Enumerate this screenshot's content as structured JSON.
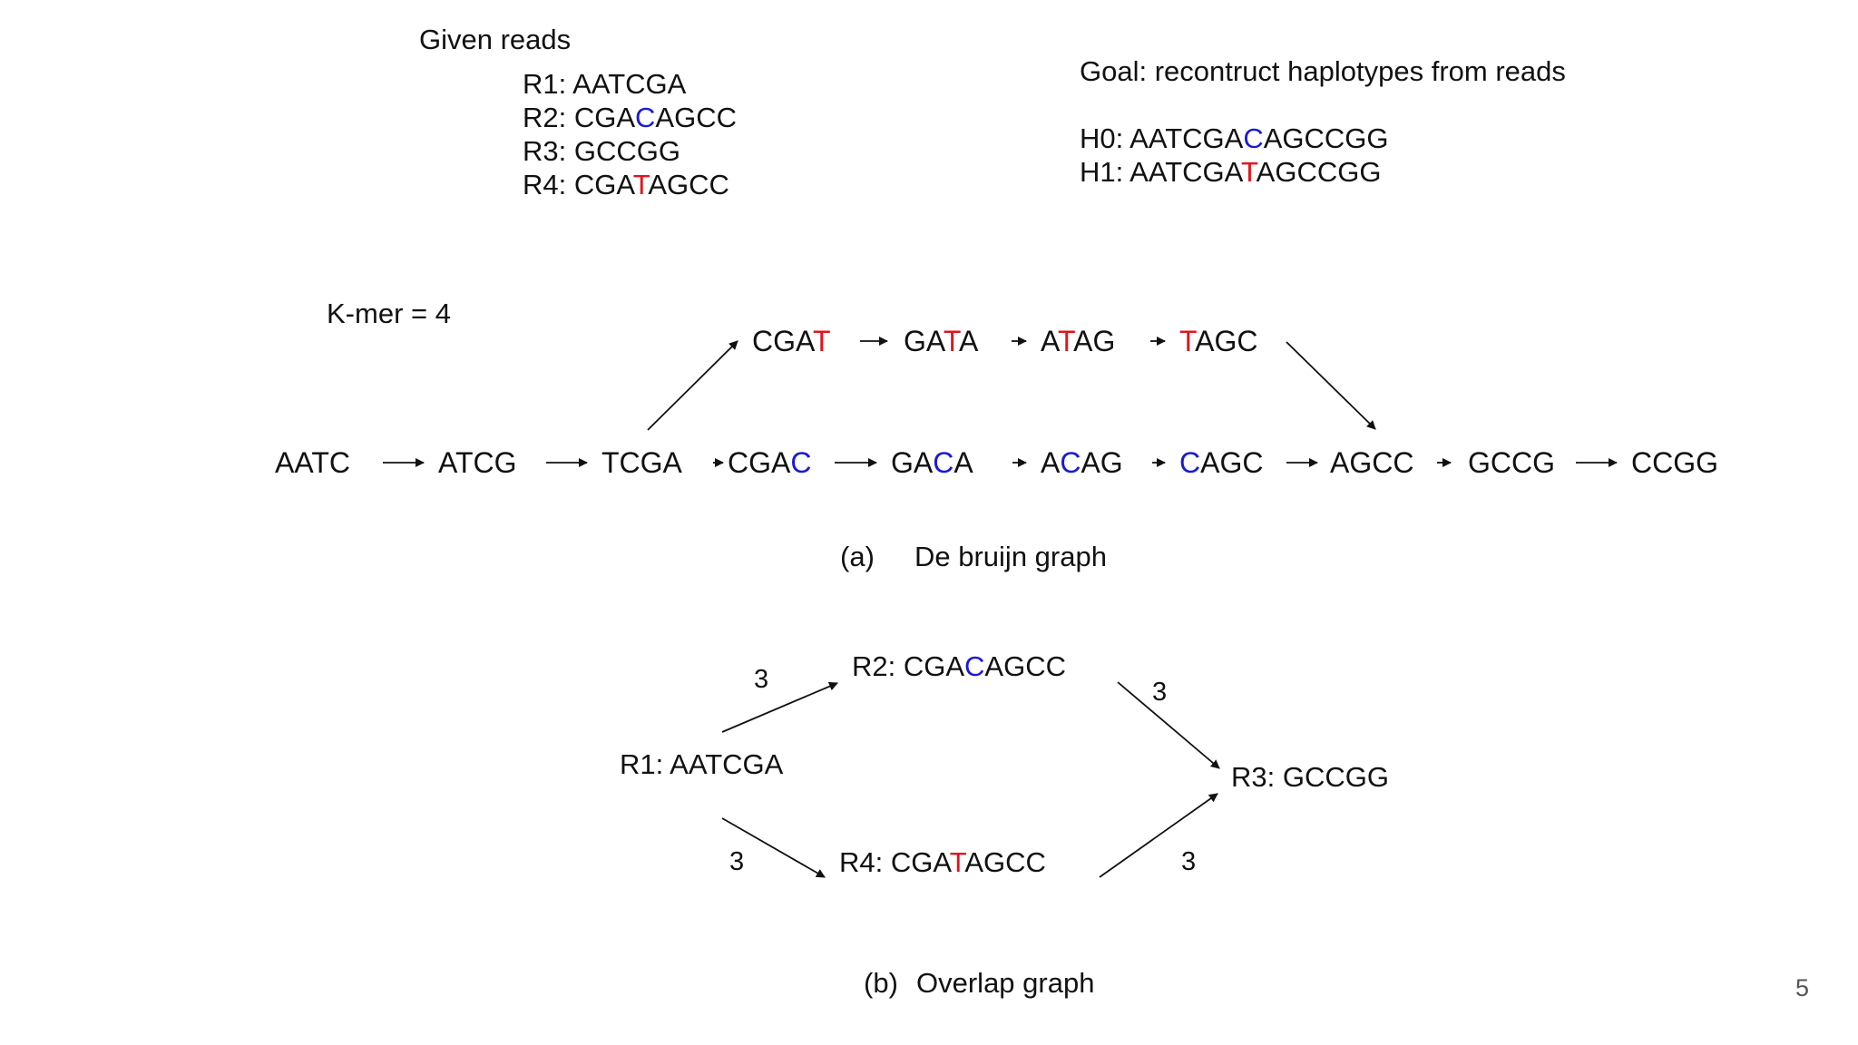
{
  "colors": {
    "variant_c": "#1a1ad4",
    "variant_t": "#e0151b",
    "text": "#111111"
  },
  "reads_title": "Given reads",
  "reads": [
    {
      "pre": "R1: AATCGA",
      "mid": "",
      "post": "",
      "mid_color": ""
    },
    {
      "pre": "R2: CGA",
      "mid": "C",
      "post": "AGCC",
      "mid_color": "#1a1ad4"
    },
    {
      "pre": "R3: GCCGG",
      "mid": "",
      "post": "",
      "mid_color": ""
    },
    {
      "pre": "R4: CGA",
      "mid": "T",
      "post": "AGCC",
      "mid_color": "#e0151b"
    }
  ],
  "goal": {
    "text": "Goal: recontruct haplotypes from reads",
    "haplotypes": [
      {
        "pre": "H0: AATCGA",
        "mid": "C",
        "post": "AGCCGG",
        "mid_color": "#1a1ad4"
      },
      {
        "pre": "H1: AATCGA",
        "mid": "T",
        "post": "AGCCGG",
        "mid_color": "#e0151b"
      }
    ]
  },
  "debruijn": {
    "kmer_label": "K-mer = 4",
    "top_path": [
      {
        "pre": "CGA",
        "mid": "T",
        "post": ""
      },
      {
        "pre": "GA",
        "mid": "T",
        "post": "A"
      },
      {
        "pre": "A",
        "mid": "T",
        "post": "AG"
      },
      {
        "pre": "",
        "mid": "T",
        "post": "AGC"
      }
    ],
    "main_path": [
      {
        "pre": "AATC",
        "mid": "",
        "post": ""
      },
      {
        "pre": "ATCG",
        "mid": "",
        "post": ""
      },
      {
        "pre": "TCGA",
        "mid": "",
        "post": ""
      },
      {
        "pre": "CGA",
        "mid": "C",
        "post": ""
      },
      {
        "pre": "GA",
        "mid": "C",
        "post": "A"
      },
      {
        "pre": "A",
        "mid": "C",
        "post": "AG"
      },
      {
        "pre": "",
        "mid": "C",
        "post": "AGC"
      },
      {
        "pre": "AGCC",
        "mid": "",
        "post": ""
      },
      {
        "pre": "GCCG",
        "mid": "",
        "post": ""
      },
      {
        "pre": "CCGG",
        "mid": "",
        "post": ""
      }
    ],
    "caption_letter": "(a)",
    "caption": "De bruijn graph"
  },
  "overlap": {
    "nodes": {
      "r1": {
        "pre": "R1: AATCGA",
        "mid": "",
        "post": ""
      },
      "r2": {
        "pre": "R2: CGA",
        "mid": "C",
        "post": "AGCC"
      },
      "r3": {
        "pre": "R3: GCCGG",
        "mid": "",
        "post": ""
      },
      "r4": {
        "pre": "R4: CGA",
        "mid": "T",
        "post": "AGCC"
      }
    },
    "edge_weights": {
      "r1_r2": "3",
      "r2_r3": "3",
      "r1_r4": "3",
      "r4_r3": "3"
    },
    "caption_letter": "(b)",
    "caption": "Overlap graph"
  },
  "page_number": "5"
}
